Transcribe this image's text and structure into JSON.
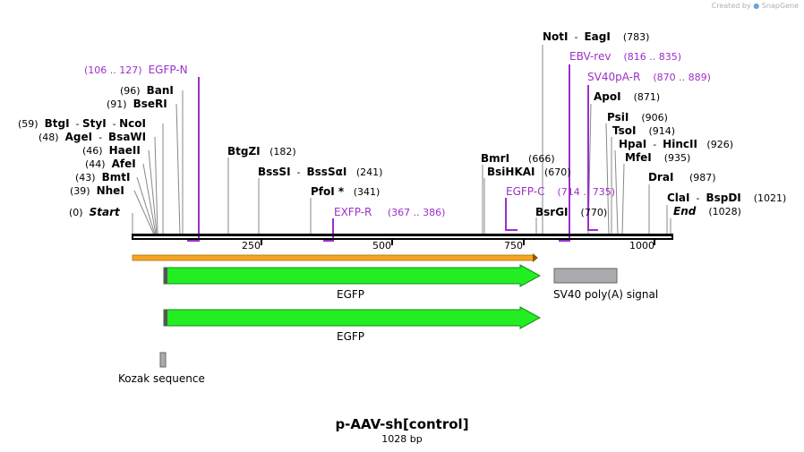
{
  "watermark": {
    "created_by": "Created by",
    "brand": "SnapGene"
  },
  "map": {
    "name": "p-AAV-sh[control]",
    "length": "1028 bp",
    "ticks": [
      "250",
      "500",
      "750",
      "1000"
    ]
  },
  "sites": {
    "start": {
      "pos": "(0)",
      "name": "Start"
    },
    "end": {
      "pos": "(1028)",
      "name": "End"
    },
    "nhei": {
      "pos": "(39)",
      "name": "NheI"
    },
    "bmti": {
      "pos": "(43)",
      "name": "BmtI"
    },
    "afei": {
      "pos": "(44)",
      "name": "AfeI"
    },
    "haeii": {
      "pos": "(46)",
      "name": "HaeII"
    },
    "agei": {
      "pos": "(48)",
      "name": "AgeI",
      "alt": "BsaWI"
    },
    "btgi": {
      "pos": "(59)",
      "name": "BtgI",
      "alt": "StyI",
      "alt2": "NcoI"
    },
    "bseri": {
      "pos": "(91)",
      "name": "BseRI"
    },
    "bani": {
      "pos": "(96)",
      "name": "BanI"
    },
    "btgzi": {
      "pos": "(182)",
      "name": "BtgZI"
    },
    "bsssi": {
      "pos": "(241)",
      "name": "BssSI",
      "alt": "BssSαI"
    },
    "pfoi": {
      "pos": "(341)",
      "name": "PfoI *"
    },
    "bmri": {
      "pos": "(666)",
      "name": "BmrI"
    },
    "bsihkai": {
      "pos": "(670)",
      "name": "BsiHKAI"
    },
    "bsrgi": {
      "pos": "(770)",
      "name": "BsrGI"
    },
    "noti": {
      "pos": "(783)",
      "name": "NotI",
      "alt": "EagI"
    },
    "apoi": {
      "pos": "(871)",
      "name": "ApoI"
    },
    "psii": {
      "pos": "(906)",
      "name": "PsiI"
    },
    "tsoi": {
      "pos": "(914)",
      "name": "TsoI"
    },
    "hpai": {
      "pos": "(926)",
      "name": "HpaI",
      "alt": "HincII"
    },
    "mfei": {
      "pos": "(935)",
      "name": "MfeI"
    },
    "drai": {
      "pos": "(987)",
      "name": "DraI"
    },
    "clai": {
      "pos": "(1021)",
      "name": "ClaI",
      "alt": "BspDI"
    }
  },
  "primers": {
    "egfp_n": {
      "range": "(106 .. 127)",
      "name": "EGFP-N"
    },
    "exfp_r": {
      "range": "(367 .. 386)",
      "name": "EXFP-R"
    },
    "egfp_c": {
      "range": "(714 .. 735)",
      "name": "EGFP-C"
    },
    "ebv_rev": {
      "range": "(816 .. 835)",
      "name": "EBV-rev"
    },
    "sv40pa_r": {
      "range": "(870 .. 889)",
      "name": "SV40pA-R"
    }
  },
  "features": {
    "egfp_1": "EGFP",
    "sv40": "SV40 poly(A) signal",
    "egfp_2": "EGFP",
    "kozak": "Kozak sequence"
  },
  "colors": {
    "primer": "#9b30c8",
    "egfp": "#22ee22",
    "sv40": "#a9abae",
    "kozak": "#a9abae",
    "orf": "#f5a623"
  }
}
